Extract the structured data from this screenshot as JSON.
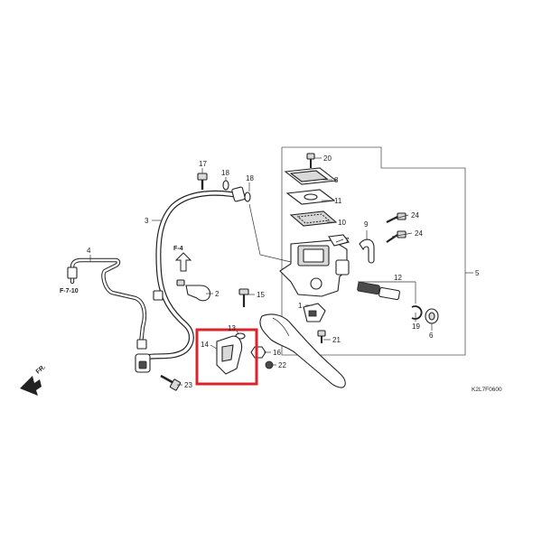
{
  "callouts": {
    "c1": "1",
    "c2": "2",
    "c3": "3",
    "c4": "4",
    "c5": "5",
    "c6": "6",
    "c7": "7",
    "c8": "8",
    "c9": "9",
    "c10": "10",
    "c11": "11",
    "c12": "12",
    "c13": "13",
    "c14": "14",
    "c15": "15",
    "c16": "16",
    "c17": "17",
    "c18a": "18",
    "c18b": "18",
    "c19": "19",
    "c20": "20",
    "c21": "21",
    "c22": "22",
    "c23": "23",
    "c24a": "24",
    "c24b": "24"
  },
  "refs": {
    "f4": "F-4",
    "f710": "F-7-10",
    "fr": "FR."
  },
  "diagram_code": "K2L7F0600",
  "highlight_color": "#d9242b"
}
